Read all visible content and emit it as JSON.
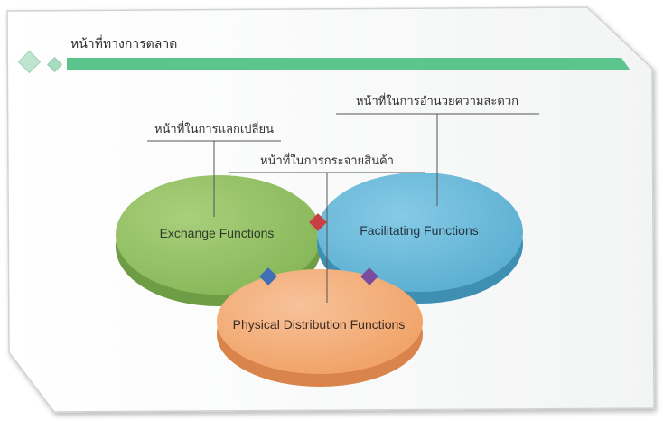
{
  "slide": {
    "title": "หน้าที่ทางการตลาด"
  },
  "diagram": {
    "circles": [
      {
        "label": "Exchange Functions",
        "color": "#8ab95a"
      },
      {
        "label": "Facilitating Functions",
        "color": "#5fb2d3"
      },
      {
        "label": "Physical Distribution Functions",
        "color": "#f0a36a"
      }
    ],
    "callouts": [
      {
        "label": "หน้าที่ในการแลกเปลี่ยน"
      },
      {
        "label": "หน้าที่ในการกระจายสินค้า"
      },
      {
        "label": "หน้าที่ในการอำนวยความสะดวก"
      }
    ],
    "intersections": [
      {
        "color": "#c94043"
      },
      {
        "color": "#3f6fb5"
      },
      {
        "color": "#7a4b9e"
      }
    ]
  },
  "accent_color": "#5cc58d"
}
